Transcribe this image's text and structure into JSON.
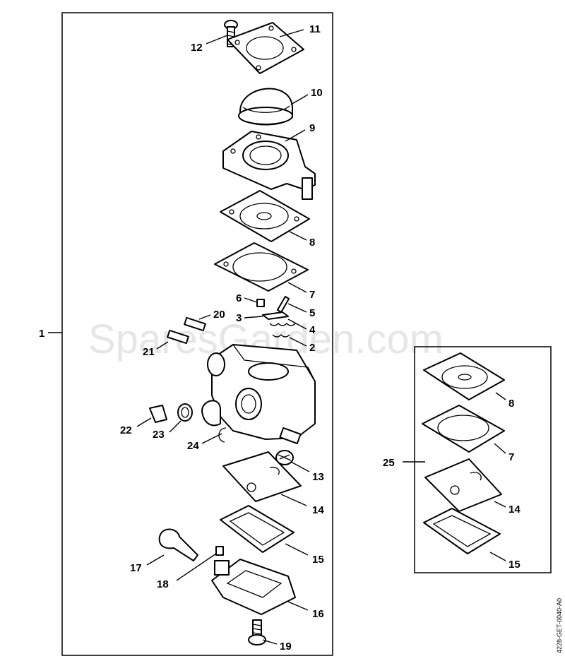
{
  "watermark": "SparesGarden.com",
  "drawing_code": "4228-GET-0040-A0",
  "callouts": {
    "c1": "1",
    "c2": "2",
    "c3": "3",
    "c4": "4",
    "c5": "5",
    "c6": "6",
    "c7": "7",
    "c8": "8",
    "c9": "9",
    "c10": "10",
    "c11": "11",
    "c12": "12",
    "c13": "13",
    "c14": "14",
    "c15": "15",
    "c16": "16",
    "c17": "17",
    "c18": "18",
    "c19": "19",
    "c20": "20",
    "c21": "21",
    "c22": "22",
    "c23": "23",
    "c24": "24",
    "c25": "25",
    "kit7": "7",
    "kit8": "8",
    "kit14": "14",
    "kit15": "15"
  }
}
